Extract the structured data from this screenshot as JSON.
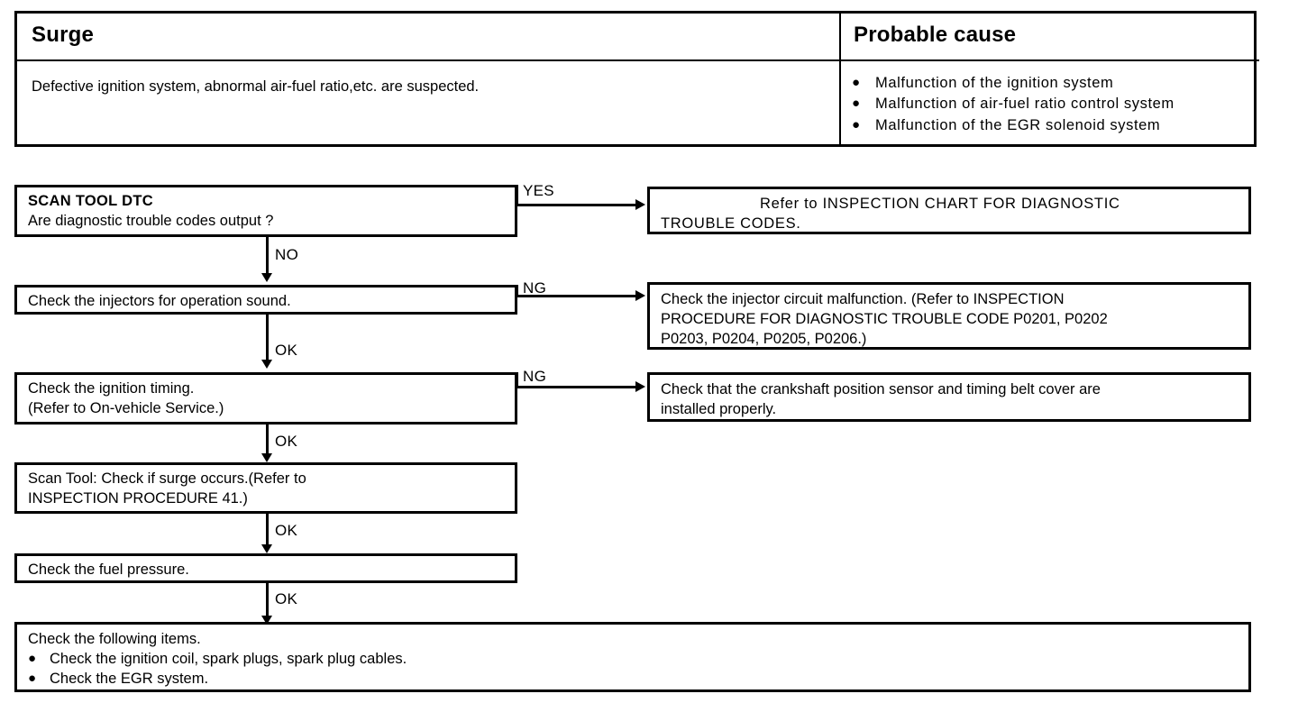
{
  "header": {
    "columns": {
      "symptom_title": "Surge",
      "cause_title": "Probable cause"
    },
    "symptom_description": "Defective ignition system, abnormal air-fuel ratio,etc. are suspected.",
    "probable_causes": [
      "Malfunction  of  the  ignition  system",
      "Malfunction  of air-fuel  ratio  control  system",
      "Malfunction  of  the  EGR  solenoid    system"
    ],
    "bullet_glyph": "●"
  },
  "flowchart": {
    "steps": [
      {
        "id": "scan-tool-dtc",
        "heading": "SCAN TOOL DTC",
        "question": "Are  diagnostic  trouble  codes  output  ?",
        "branch_label": "YES",
        "down_label": "NO"
      },
      {
        "id": "check-injectors",
        "text": "Check  the  injectors  for  operation  sound.",
        "branch_label": "NG",
        "down_label": "OK"
      },
      {
        "id": "check-ignition-timing",
        "line1": "Check  the  ignition  timing.",
        "line2": "(Refer  to  On-vehicle  Service.)",
        "branch_label": "NG",
        "down_label": "OK"
      },
      {
        "id": "scan-tool-surge",
        "line1": "Scan Tool: Check  if  surge  occurs.(Refer  to",
        "line2": "INSPECTION  PROCEDURE  41.)",
        "down_label": "OK"
      },
      {
        "id": "check-fuel-pressure",
        "text": "Check  the  fuel  pressure.",
        "down_label": "OK"
      }
    ],
    "results": [
      {
        "id": "refer-inspection-chart",
        "line1": "Refer  to  INSPECTION   CHART   FOR   DIAGNOSTIC",
        "line2": "TROUBLE  CODES."
      },
      {
        "id": "injector-circuit-malfunction",
        "line1": "Check the injector circuit malfunction.            (Refer  to INSPECTION",
        "line2": "PROCEDURE FOR DIAGNOSTIC TROUBLE CODE P0201, P0202",
        "line3": "P0203,  P0204,  P0205,  P0206.)"
      },
      {
        "id": "crankshaft-sensor-check",
        "line1": "Check  that  the  crankshaft  position  sensor  and  timing  belt  cover  are",
        "line2": "installed  properly."
      }
    ],
    "final": {
      "id": "check-following-items",
      "heading": "Check  the  following  items.",
      "items": [
        "Check  the  ignition  coil,  spark  plugs,  spark  plug  cables.",
        "Check  the  EGR  system."
      ],
      "bullet_glyph": "●"
    }
  }
}
